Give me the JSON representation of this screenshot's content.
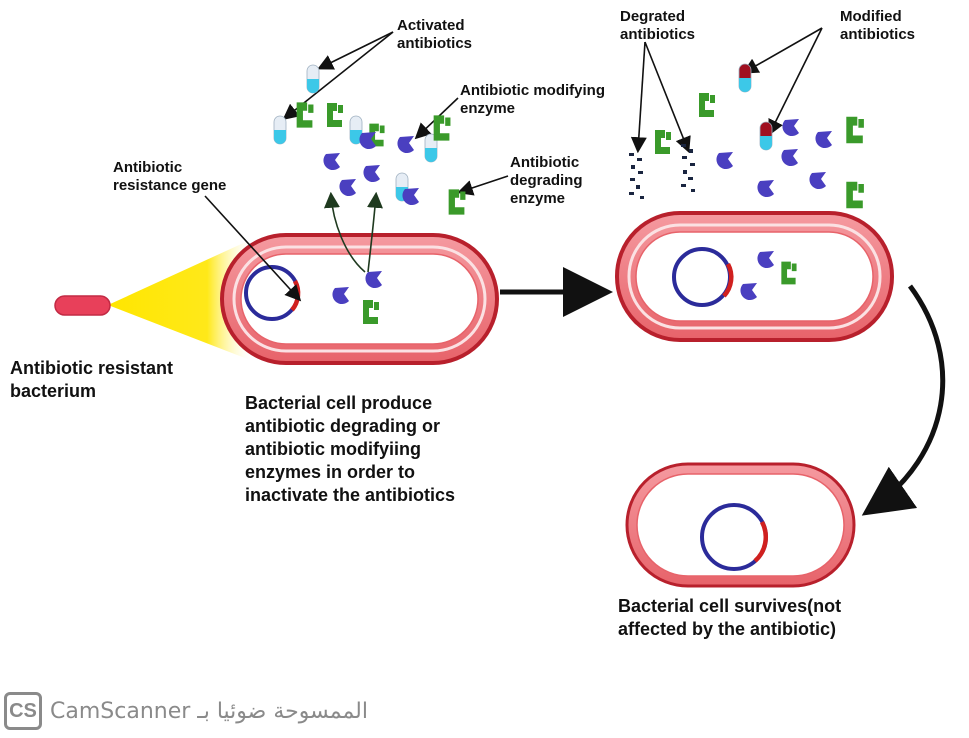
{
  "labels": {
    "activated": "Activated\nantibiotics",
    "modifying_enzyme": "Antibiotic modifying\nenzyme",
    "degrading_enzyme": "Antibiotic\ndegrading\nenzyme",
    "resistance_gene": "Antibiotic\nresistance gene",
    "resistant_bacterium": "Antibiotic resistant\nbacterium",
    "process_description": "Bacterial cell produce\nantibiotic degrading or\nantibiotic modifyiing\nenzymes in order to\ninactivate the antibiotics",
    "degrated": "Degrated\nantibiotics",
    "modified": "Modified\nantibiotics",
    "survives": "Bacterial cell survives(not\naffected by the antibiotic)"
  },
  "watermark": {
    "logo": "CS",
    "text": "CamScanner الممسوحة ضوئيا بـ"
  },
  "colors": {
    "cell_outer": "#b8202c",
    "cell_fill": "#f0757b",
    "plasmid": "#2b2b9a",
    "gene": "#d0201f",
    "enzyme_modifying": "#4a3fc0",
    "enzyme_degrading": "#3a9a2a",
    "capsule_cyan": "#3cc8e8",
    "capsule_red": "#a01020",
    "bacterium_small": "#e8405a",
    "beam": "#ffe000"
  }
}
